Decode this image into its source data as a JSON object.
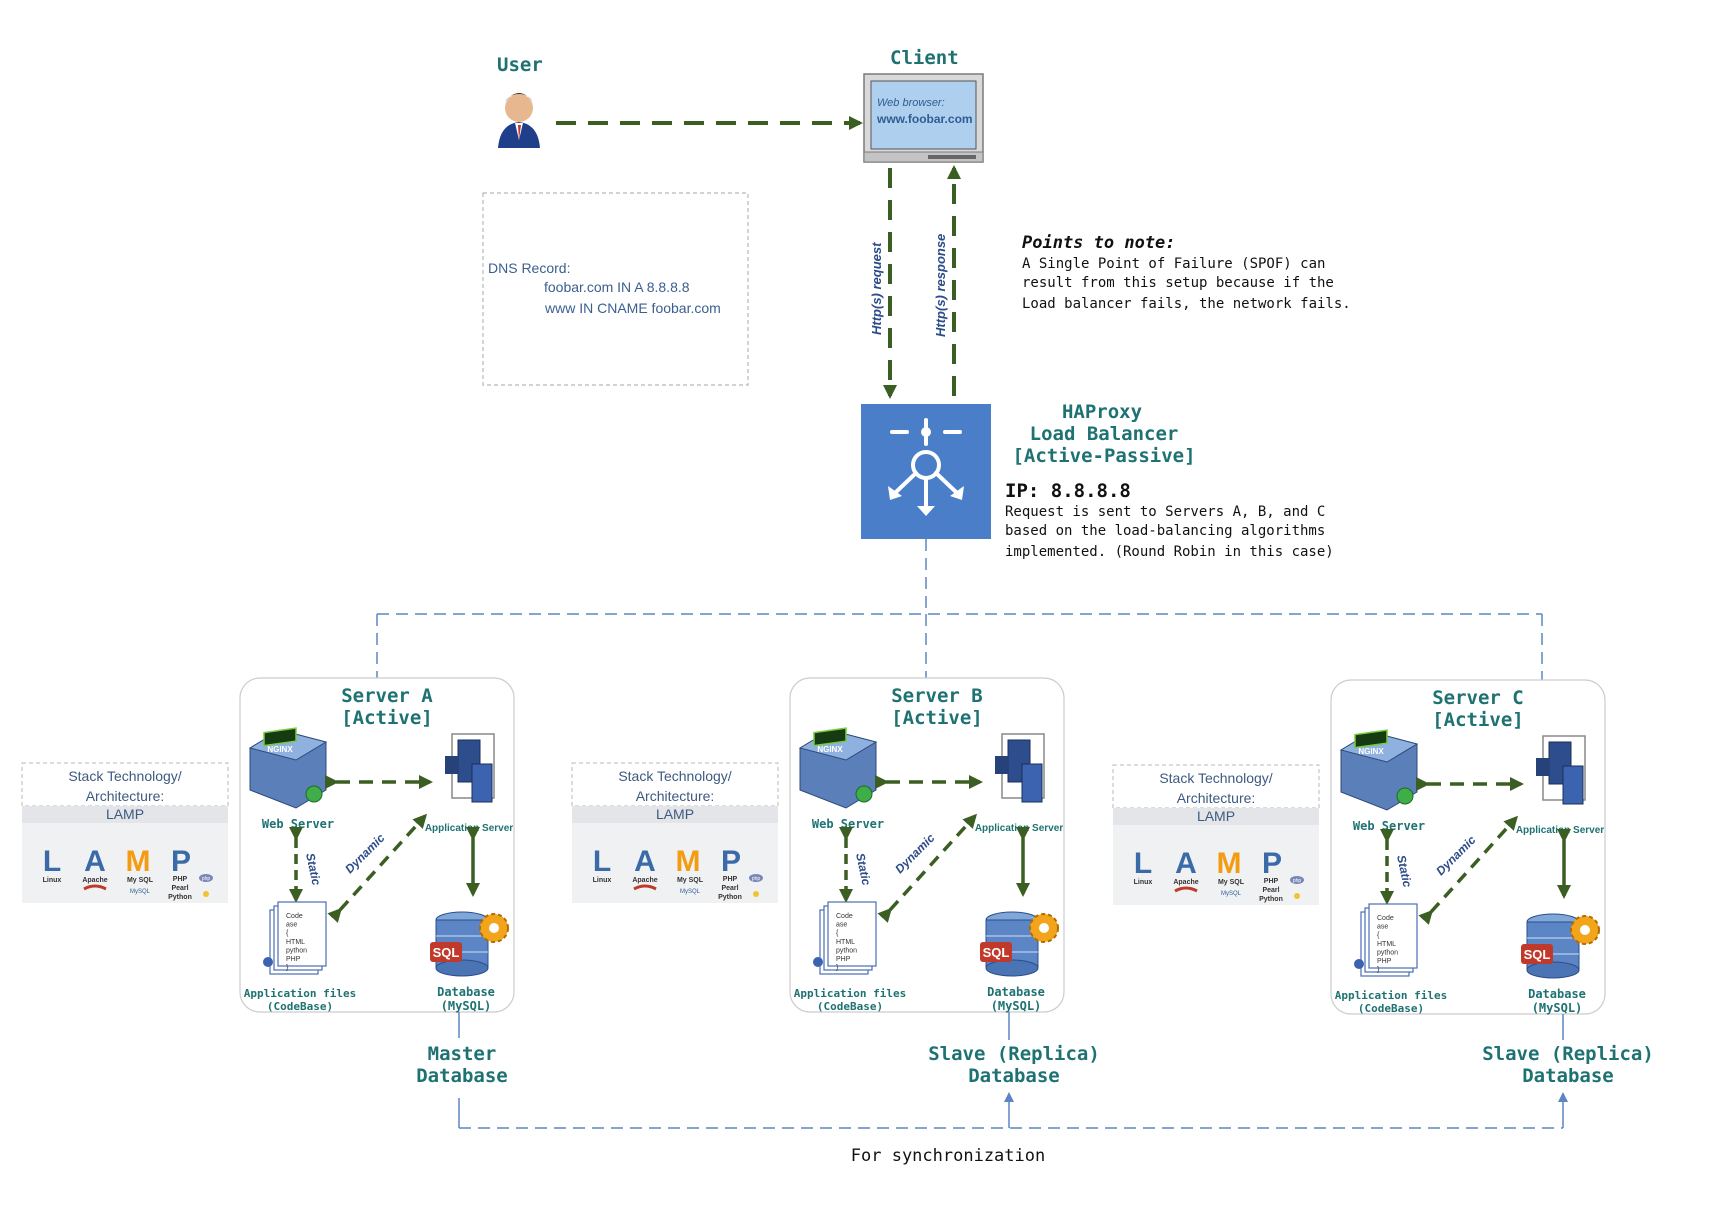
{
  "user": {
    "label": "User"
  },
  "client": {
    "label": "Client",
    "browser_line1": "Web browser:",
    "browser_line2": "www.foobar.com"
  },
  "dns": {
    "title": "DNS Record:",
    "line1": "foobar.com  IN A 8.8.8.8",
    "line2": "www IN CNAME foobar.com"
  },
  "http": {
    "request": "Http(s) request",
    "response": "Http(s) response"
  },
  "notes": {
    "title": "Points to note:",
    "lines": [
      "A  Single  Point  of  Failure  (SPOF)  can",
      "result  from  this  setup  because  if  the",
      "Load balancer fails, the network fails."
    ]
  },
  "load_balancer": {
    "title1": "HAProxy",
    "title2": "Load Balancer",
    "title3": "[Active-Passive]",
    "ip": "IP: 8.8.8.8",
    "desc": [
      "Request is sent to Servers A, B, and C",
      "based on the load-balancing algorithms",
      "implemented. (Round Robin in this case)"
    ]
  },
  "servers": [
    {
      "name": "Server A",
      "state": "[Active]",
      "db_role1": "Master",
      "db_role2": "Database"
    },
    {
      "name": "Server B",
      "state": "[Active]",
      "db_role1": "Slave (Replica)",
      "db_role2": "Database"
    },
    {
      "name": "Server C",
      "state": "[Active]",
      "db_role1": "Slave (Replica)",
      "db_role2": "Database"
    }
  ],
  "server_parts": {
    "web_server": "Web Server",
    "app_server": "Application Server",
    "static": "Static",
    "dynamic": "Dynamic",
    "app_files1": "Application files",
    "app_files2": "(CodeBase)",
    "database1": "Database",
    "database2": "(MySQL)",
    "nginx": "NGINX",
    "sql": "SQL",
    "code_lines": [
      "Code",
      "ase",
      "{",
      "HTML",
      "python",
      "PHP",
      "}"
    ]
  },
  "stack": {
    "title1": "Stack Technology/",
    "title2": "Architecture:",
    "name": "LAMP",
    "letters": [
      "L",
      "A",
      "M",
      "P"
    ],
    "captions": [
      "Linux",
      "Apache",
      "My SQL",
      "PHP",
      "Pearl",
      "Python",
      "MySQL",
      "php"
    ]
  },
  "sync": {
    "label": "For synchronization"
  },
  "colors": {
    "teal": "#1e7272",
    "lb_blue": "#4a7ec8",
    "arrow_green": "#3b5e23",
    "dashed_blue": "#5b85c4",
    "stack_blue": "#3a6aa8",
    "mysql_orange": "#f39c12"
  }
}
